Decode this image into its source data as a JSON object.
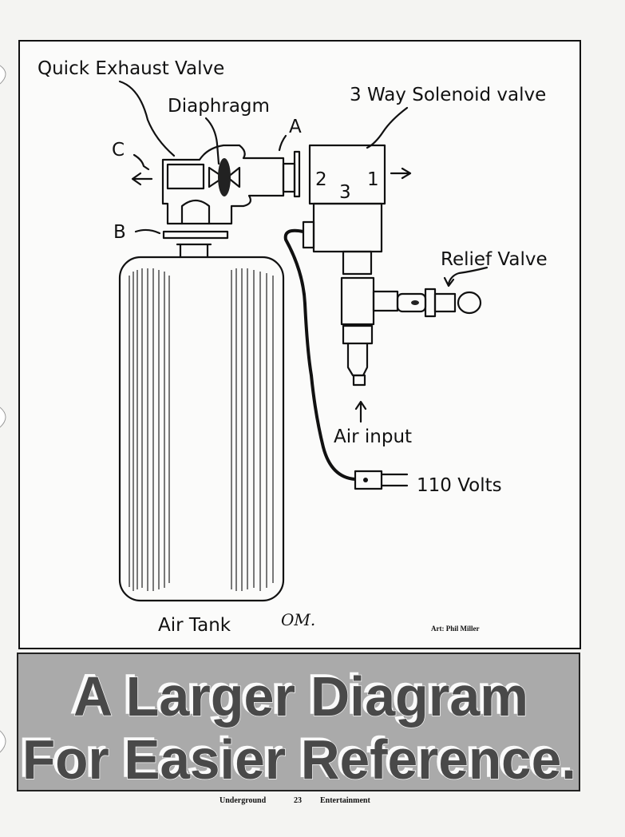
{
  "diagram": {
    "labels": {
      "quick_exhaust_valve": "Quick Exhaust Valve",
      "diaphragm": "Diaphragm",
      "solenoid_valve": "3 Way Solenoid valve",
      "port_a": "A",
      "port_b": "B",
      "port_c": "C",
      "port_1": "1",
      "port_2": "2",
      "port_3": "3",
      "relief_valve": "Relief Valve",
      "air_input": "Air input",
      "volts": "110 Volts",
      "air_tank": "Air Tank"
    },
    "signature": "OM.",
    "credit": "Art: Phil Miller"
  },
  "banner": {
    "line1": "A Larger Diagram",
    "line2": "For Easier Reference."
  },
  "footer": {
    "left": "Underground",
    "page_number": "23",
    "right": "Entertainment"
  }
}
